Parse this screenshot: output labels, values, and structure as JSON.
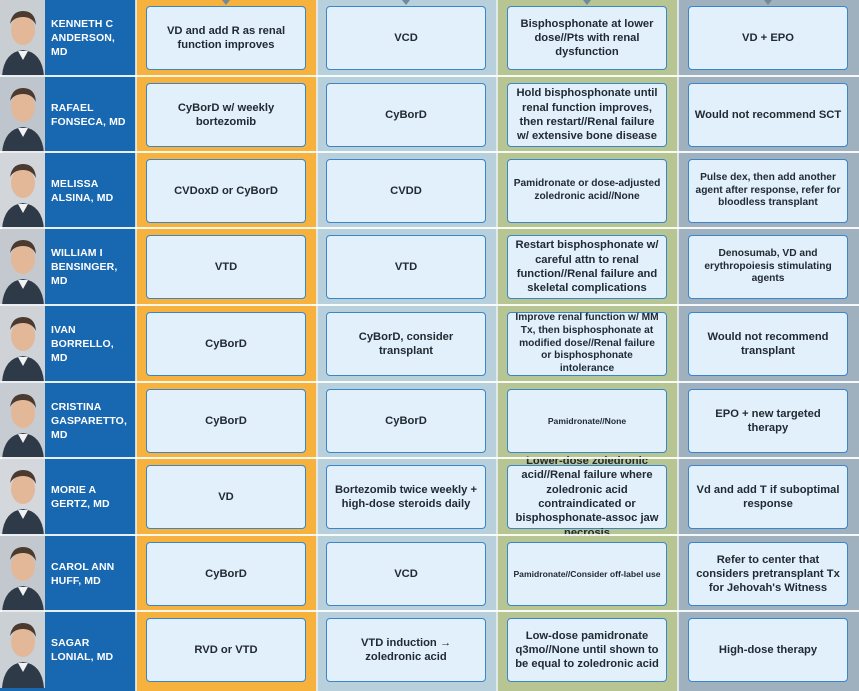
{
  "rows": [
    {
      "name": "KENNETH C ANDERSON, MD",
      "c1": "VD and add R as renal function improves",
      "c2": "VCD",
      "c3": "Bisphosphonate at lower dose//Pts with renal dysfunction",
      "c4": "VD + EPO"
    },
    {
      "name": "RAFAEL FONSECA, MD",
      "c1": "CyBorD w/ weekly bortezomib",
      "c2": "CyBorD",
      "c3": "Hold bisphosphonate until renal function improves, then restart//Renal failure w/ extensive bone disease",
      "c4": "Would not recommend SCT"
    },
    {
      "name": "MELISSA ALSINA, MD",
      "c1": "CVDoxD or CyBorD",
      "c2": "CVDD",
      "c3": "Pamidronate or dose-adjusted zoledronic acid//None",
      "c4": "Pulse dex, then add another agent after response, refer for bloodless transplant"
    },
    {
      "name": "WILLIAM I BENSINGER, MD",
      "c1": "VTD",
      "c2": "VTD",
      "c3": "Restart bisphosphonate w/ careful attn to renal function//Renal failure and skeletal complications",
      "c4": "Denosumab, VD and erythropoiesis stimulating agents"
    },
    {
      "name": "IVAN BORRELLO, MD",
      "c1": "CyBorD",
      "c2": "CyBorD, consider transplant",
      "c3": "Improve renal function w/ MM Tx, then bisphosphonate at modified dose//Renal failure or bisphosphonate intolerance",
      "c4": "Would not recommend transplant"
    },
    {
      "name": "CRISTINA GASPARETTO, MD",
      "c1": "CyBorD",
      "c2": "CyBorD",
      "c3": "Pamidronate//None",
      "c4": "EPO + new targeted therapy"
    },
    {
      "name": "MORIE A GERTZ, MD",
      "c1": "VD",
      "c2": "Bortezomib twice weekly + high-dose steroids daily",
      "c3": "Lower-dose zoledronic acid//Renal failure where zoledronic acid contraindicated or bisphosphonate-assoc jaw necrosis",
      "c4": "Vd and add T if suboptimal response"
    },
    {
      "name": "CAROL ANN HUFF, MD",
      "c1": "CyBorD",
      "c2": "VCD",
      "c3": "Pamidronate//Consider off-label use",
      "c4": "Refer to center that considers pretransplant Tx for Jehovah's Witness"
    },
    {
      "name": "SAGAR LONIAL, MD",
      "c1": "RVD or VTD",
      "c2": "VTD induction → zoledronic acid",
      "c3": "Low-dose pamidronate q3mo//None until shown to be equal to zoledronic acid",
      "c4": "High-dose therapy"
    }
  ]
}
